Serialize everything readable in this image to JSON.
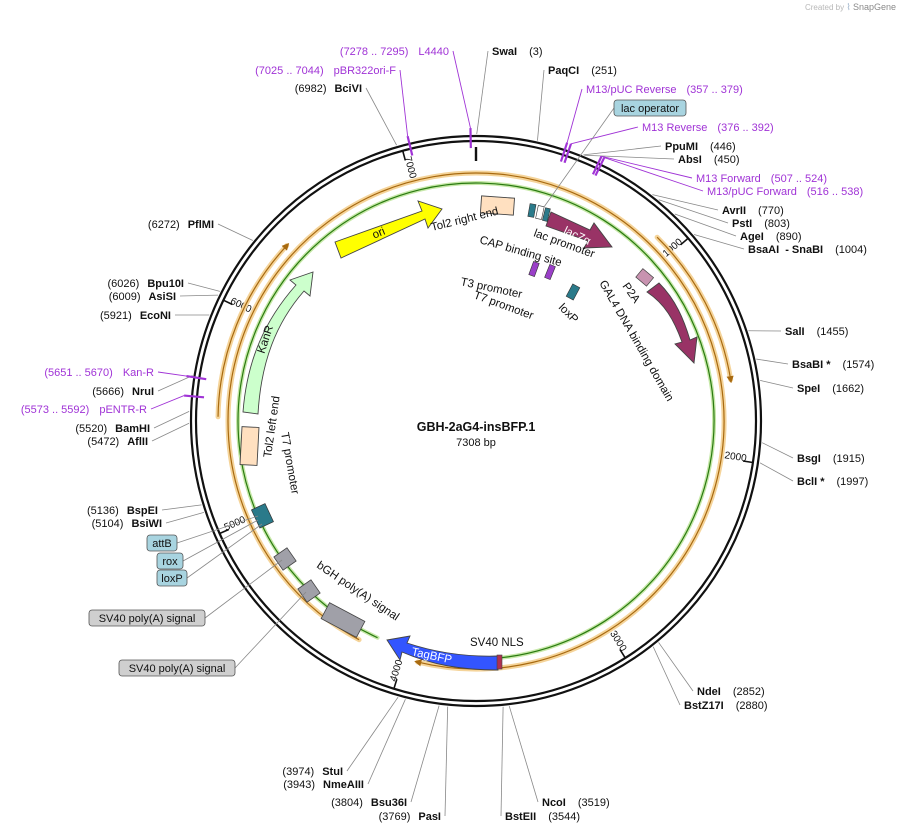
{
  "brand": {
    "created_by": "Created by",
    "logo": "⌇",
    "name": "SnapGene"
  },
  "plasmid": {
    "name": "GBH-2aG4-insBFP.1",
    "length_label": "7308 bp"
  },
  "ticks": [
    "1000",
    "2000",
    "3000",
    "4000",
    "5000",
    "6000",
    "7000"
  ],
  "sites": [
    {
      "name": "SwaI",
      "pos": "(3)"
    },
    {
      "name": "PaqCI",
      "pos": "(251)"
    },
    {
      "name": "PpuMI",
      "pos": "(446)"
    },
    {
      "name": "AbsI",
      "pos": "(450)"
    },
    {
      "name": "AvrII",
      "pos": "(770)"
    },
    {
      "name": "PstI",
      "pos": "(803)"
    },
    {
      "name": "AgeI",
      "pos": "(890)"
    },
    {
      "name": "BsaAI",
      "pos": "(1004)",
      "name2": "- SnaBI"
    },
    {
      "name": "SalI",
      "pos": "(1455)"
    },
    {
      "name": "BsaBI *",
      "pos": "(1574)"
    },
    {
      "name": "SpeI",
      "pos": "(1662)"
    },
    {
      "name": "BsgI",
      "pos": "(1915)"
    },
    {
      "name": "BclI *",
      "pos": "(1997)"
    },
    {
      "name": "NdeI",
      "pos": "(2852)"
    },
    {
      "name": "BstZ17I",
      "pos": "(2880)"
    },
    {
      "name": "NcoI",
      "pos": "(3519)"
    },
    {
      "name": "BstEII",
      "pos": "(3544)"
    },
    {
      "name": "PasI",
      "pos": "(3769)"
    },
    {
      "name": "Bsu36I",
      "pos": "(3804)"
    },
    {
      "name": "NmeAIII",
      "pos": "(3943)"
    },
    {
      "name": "StuI",
      "pos": "(3974)"
    },
    {
      "name": "BsiWI",
      "pos": "(5104)"
    },
    {
      "name": "BspEI",
      "pos": "(5136)"
    },
    {
      "name": "AflII",
      "pos": "(5472)"
    },
    {
      "name": "BamHI",
      "pos": "(5520)"
    },
    {
      "name": "NruI",
      "pos": "(5666)"
    },
    {
      "name": "EcoNI",
      "pos": "(5921)"
    },
    {
      "name": "AsiSI",
      "pos": "(6009)"
    },
    {
      "name": "Bpu10I",
      "pos": "(6026)"
    },
    {
      "name": "PflMI",
      "pos": "(6272)"
    },
    {
      "name": "BciVI",
      "pos": "(6982)"
    }
  ],
  "primers": [
    {
      "range": "(7278 .. 7295)",
      "name": "L4440"
    },
    {
      "range": "(7025 .. 7044)",
      "name": "pBR322ori-F"
    },
    {
      "name": "M13/pUC Reverse",
      "range": "(357 .. 379)"
    },
    {
      "name": "M13 Reverse",
      "range": "(376 .. 392)"
    },
    {
      "name": "M13 Forward",
      "range": "(507 .. 524)"
    },
    {
      "name": "M13/pUC Forward",
      "range": "(516 .. 538)"
    },
    {
      "range": "(5651 .. 5670)",
      "name": "Kan-R"
    },
    {
      "range": "(5573 .. 5592)",
      "name": "pENTR-R"
    }
  ],
  "boxed_features": [
    "lac operator",
    "attB",
    "rox",
    "loxP",
    "SV40 poly(A) signal",
    "SV40 poly(A) signal"
  ],
  "features": {
    "ori": "ori",
    "lacz": "lacZα",
    "kanr": "KanR",
    "tagbfp": "TagBFP",
    "tol2_right": "Tol2 right end",
    "tol2_left": "Tol2 left end",
    "lac_promoter": "lac promoter",
    "cap": "CAP binding site",
    "t3": "T3 promoter",
    "t7a": "T7 promoter",
    "t7b": "T7 promoter",
    "loxp": "loxP",
    "p2a": "P2A",
    "gal4": "GAL4 DNA binding domain",
    "bgh": "bGH poly(A) signal",
    "sv40nls": "SV40 NLS"
  },
  "colors": {
    "ori": "#ffff00",
    "lacz": "#993366",
    "kanr": "#ccffcc",
    "tagbfp": "#3355ff",
    "gal4": "#993366",
    "orange_arc": "#e8a030",
    "green_arc": "#44aa22",
    "tol2": "#ffe0c0",
    "polya": "#a0a0a8",
    "teal": "#2a7a8a",
    "primer": "#a033d6",
    "box_fill": "#a8d4e0"
  }
}
